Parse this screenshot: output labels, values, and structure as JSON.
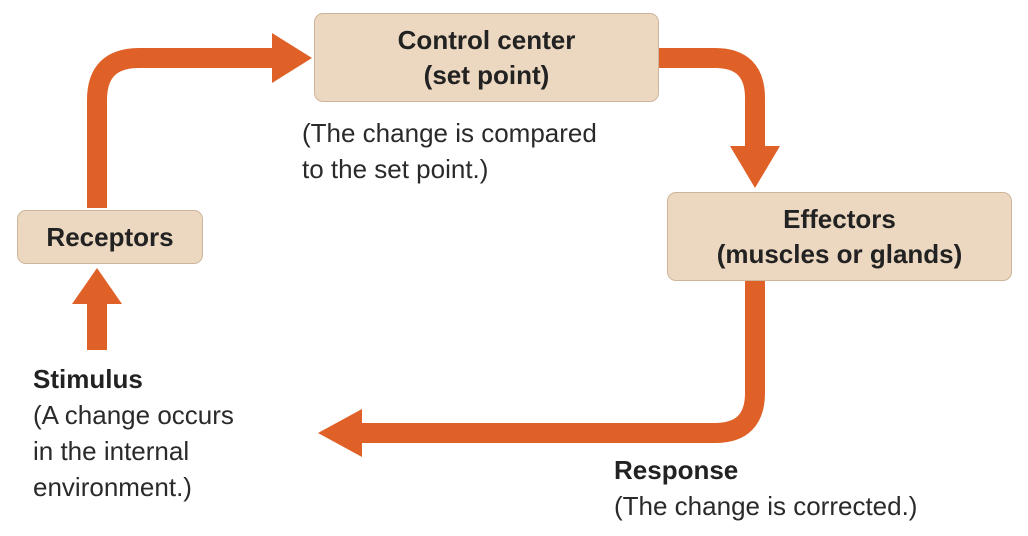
{
  "control_center": {
    "title": "Control center",
    "subtitle": "(set point)",
    "note_line1": "(The change is compared",
    "note_line2": "to the set point.)"
  },
  "effectors": {
    "title": "Effectors",
    "subtitle": "(muscles or glands)"
  },
  "receptors": {
    "title": "Receptors"
  },
  "stimulus": {
    "title": "Stimulus",
    "line1": "(A change occurs",
    "line2": "in the internal",
    "line3": "environment.)"
  },
  "response": {
    "title": "Response",
    "line1": "(The change is corrected.)"
  },
  "colors": {
    "arrow": "#df6127",
    "box_fill": "#ecd8c0",
    "box_border": "#cdb59a",
    "text": "#2a2a2a"
  }
}
